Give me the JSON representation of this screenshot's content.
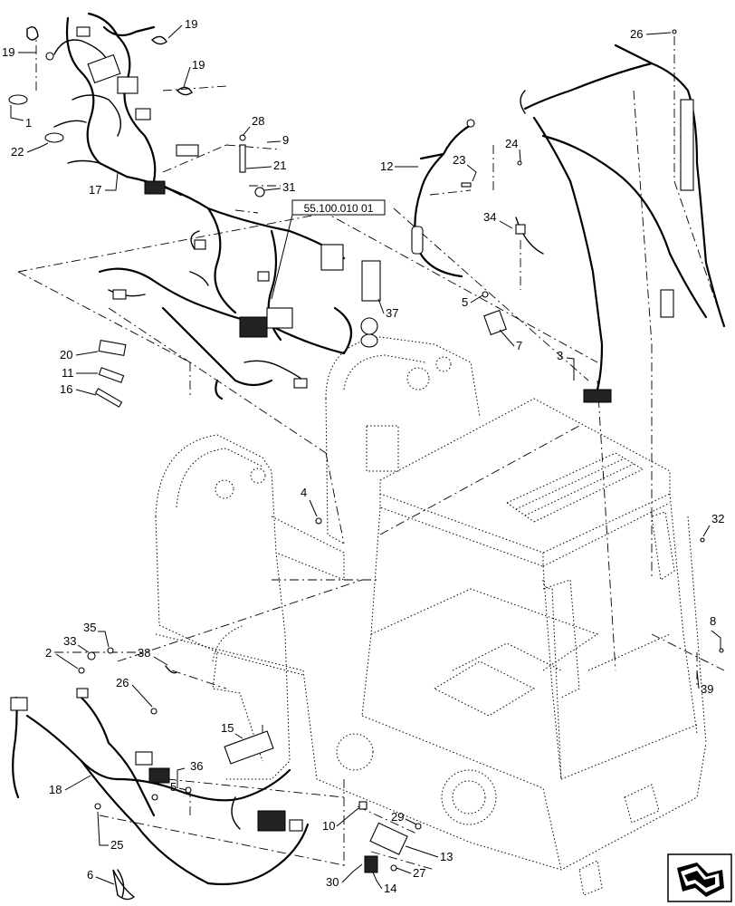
{
  "diagram": {
    "reference_label": "55.100.010 01",
    "callouts": [
      "19",
      "19",
      "19",
      "1",
      "22",
      "17",
      "28",
      "9",
      "21",
      "31",
      "12",
      "23",
      "24",
      "26",
      "34",
      "5",
      "7",
      "3",
      "37",
      "20",
      "11",
      "16",
      "4",
      "32",
      "2",
      "33",
      "35",
      "38",
      "26",
      "15",
      "18",
      "36",
      "5",
      "25",
      "6",
      "10",
      "29",
      "13",
      "30",
      "14",
      "27",
      "8",
      "39"
    ],
    "nav_icon": "page-navigation-arrow-icon"
  }
}
